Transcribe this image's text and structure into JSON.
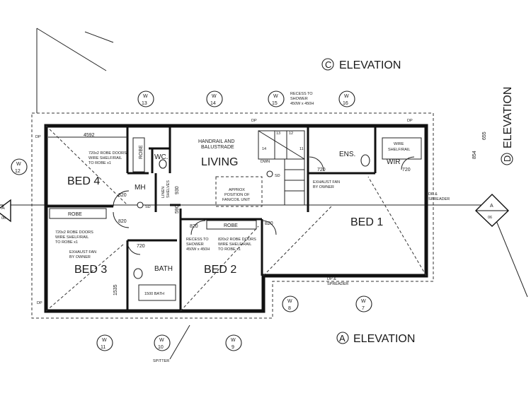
{
  "elevations": {
    "top": "ELEVATION",
    "top_marker": "C",
    "right": "ELEVATION",
    "right_marker": "D",
    "bottom": "ELEVATION",
    "bottom_marker": "A"
  },
  "rooms": {
    "bed4": "BED 4",
    "bed3": "BED 3",
    "bed2": "BED 2",
    "bed1": "BED 1",
    "living": "LIVING",
    "bath": "BATH",
    "ens": "ENS.",
    "wir": "WIR",
    "wc": "WC.",
    "mh": "MH",
    "robe_bed4": "ROBE",
    "robe_bed3": "ROBE",
    "robe_bed2": "ROBE"
  },
  "windows": [
    {
      "code": "W",
      "num": "13"
    },
    {
      "code": "W",
      "num": "14"
    },
    {
      "code": "W",
      "num": "15"
    },
    {
      "code": "W",
      "num": "16"
    },
    {
      "code": "W",
      "num": "12"
    },
    {
      "code": "W",
      "num": "11"
    },
    {
      "code": "W",
      "num": "10"
    },
    {
      "code": "W",
      "num": "9"
    },
    {
      "code": "W",
      "num": "8"
    },
    {
      "code": "W",
      "num": "7"
    }
  ],
  "section_markers": [
    {
      "letter": "A",
      "sheet": "06"
    },
    {
      "letter": "A",
      "sheet": "06"
    }
  ],
  "dimensions": {
    "bed4_width": "4592",
    "d655": "655",
    "d854": "854",
    "d930": "930",
    "d1535": "1535",
    "d590": "590"
  },
  "door_sizes": [
    "820",
    "820",
    "820",
    "820",
    "720",
    "720",
    "720"
  ],
  "notes": {
    "handrail": [
      "HANDRAIL AND",
      "BALUSTRADE"
    ],
    "fan_position": [
      "APPROX",
      "POSITION OF",
      "FAN/COIL UNIT"
    ],
    "recess_top": [
      "RECESS TO",
      "SHOWER",
      "450W x 450H"
    ],
    "recess_bed2": [
      "RECESS TO",
      "SHOWER",
      "450W x 450H"
    ],
    "robe_bed4": [
      "720x2 ROBE DOORS",
      "WIRE SHELF/RAIL",
      "TO ROBE x1"
    ],
    "robe_bed3": [
      "720x2 ROBE DOORS",
      "WIRE SHELF/RAIL",
      "TO ROBE x1"
    ],
    "robe_bed2": [
      "820x2 ROBE DOORS",
      "WIRE SHELF/RAIL",
      "TO ROBE x1"
    ],
    "exhaust_bed3": [
      "EXHAUST FAN",
      "BY OWNER"
    ],
    "exhaust_ens": [
      "EXHAUST FAN",
      "BY OWNER"
    ],
    "wire_shelf": [
      "WIRE",
      "SHELF/RAIL"
    ],
    "spreader_right": [
      "DP &",
      "SPREADER"
    ],
    "spreader_bottom": [
      "DP &",
      "SPREADER"
    ],
    "spitter": "SPITTER",
    "dp_left": "DP",
    "dp_left2": "DP",
    "dp_top": "DP",
    "dp_top_right": "DP",
    "linen": [
      "LINEN",
      "SHELVES"
    ],
    "bath_label": "1500 BATH",
    "sd": "SD",
    "dwn": "DWN",
    "stair_numbers": [
      "13",
      "12",
      "14",
      "11"
    ]
  }
}
